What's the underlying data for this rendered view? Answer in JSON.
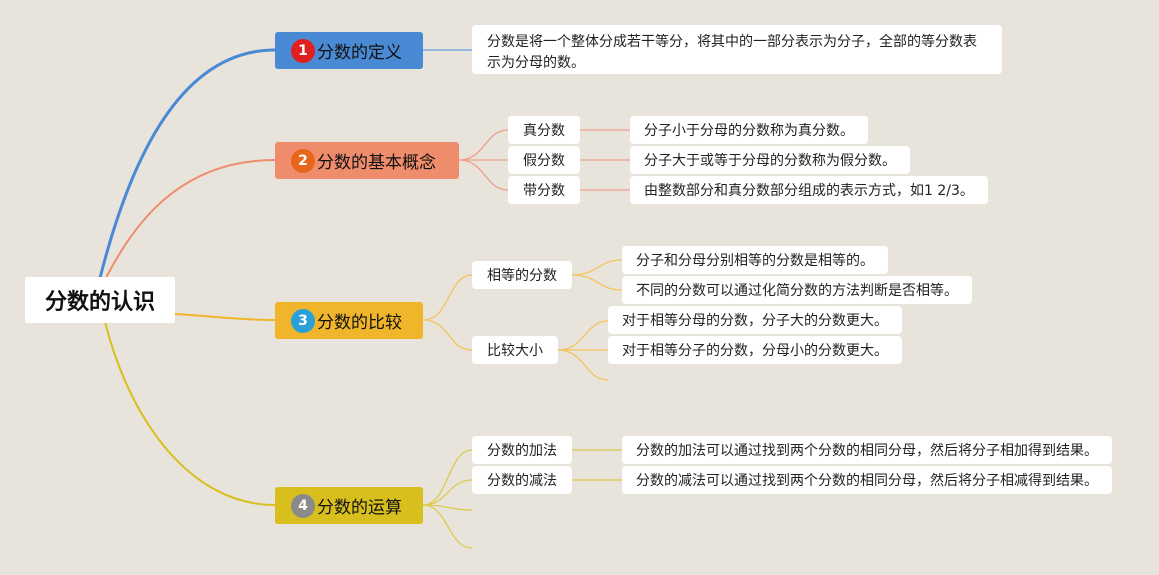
{
  "root": {
    "label": "分数的认识"
  },
  "branches": [
    {
      "num": "1",
      "label": "分数的定义",
      "color": "#4a8ad4",
      "badge_color": "#e02020",
      "leaf": "分数是将一个整体分成若干等分，将其中的一部分表示为分子，全部的等分数表示为分母的数。"
    },
    {
      "num": "2",
      "label": "分数的基本概念",
      "color": "#ef8c6b",
      "badge_color": "#e8661a",
      "children": [
        {
          "label": "真分数",
          "leaf": "分子小于分母的分数称为真分数。"
        },
        {
          "label": "假分数",
          "leaf": "分子大于或等于分母的分数称为假分数。"
        },
        {
          "label": "带分数",
          "leaf": "由整数部分和真分数部分组成的表示方式，如1 2/3。"
        }
      ]
    },
    {
      "num": "3",
      "label": "分数的比较",
      "color": "#f0b52a",
      "badge_color": "#2a9fd8",
      "children": [
        {
          "label": "相等的分数",
          "leaves": [
            "分子和分母分别相等的分数是相等的。",
            "不同的分数可以通过化简分数的方法判断是否相等。"
          ]
        },
        {
          "label": "比较大小",
          "leaves": [
            "对于相等分母的分数，分子大的分数更大。",
            "对于相等分子的分数，分母小的分数更大。"
          ]
        }
      ]
    },
    {
      "num": "4",
      "label": "分数的运算",
      "color": "#d8bf1e",
      "badge_color": "#8a8a8a",
      "children": [
        {
          "label": "分数的加法",
          "leaf": "分数的加法可以通过找到两个分数的相同分母，然后将分子相加得到结果。"
        },
        {
          "label": "分数的减法",
          "leaf": "分数的减法可以通过找到两个分数的相同分母，然后将分子相减得到结果。"
        }
      ]
    }
  ],
  "edge_colors": {
    "b1": "#4a8ad4",
    "b2": "#ef8c6b",
    "b3": "#f0b52a",
    "b4": "#d8bf1e"
  }
}
